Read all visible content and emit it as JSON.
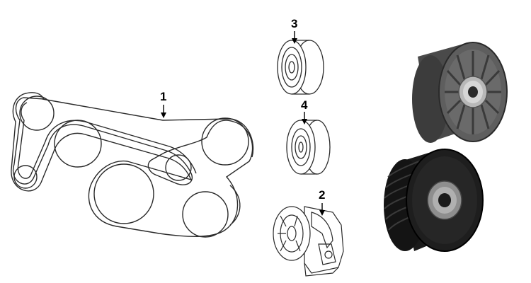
{
  "callouts": [
    {
      "id": "1",
      "label": "1"
    },
    {
      "id": "2",
      "label": "2"
    },
    {
      "id": "3",
      "label": "3"
    },
    {
      "id": "4",
      "label": "4"
    }
  ],
  "colors": {
    "line": "#2a2a2a",
    "pulley_dark": "#1c1c1c",
    "pulley_gray": "#5b5b5b",
    "bearing": "#9a9a9a"
  }
}
